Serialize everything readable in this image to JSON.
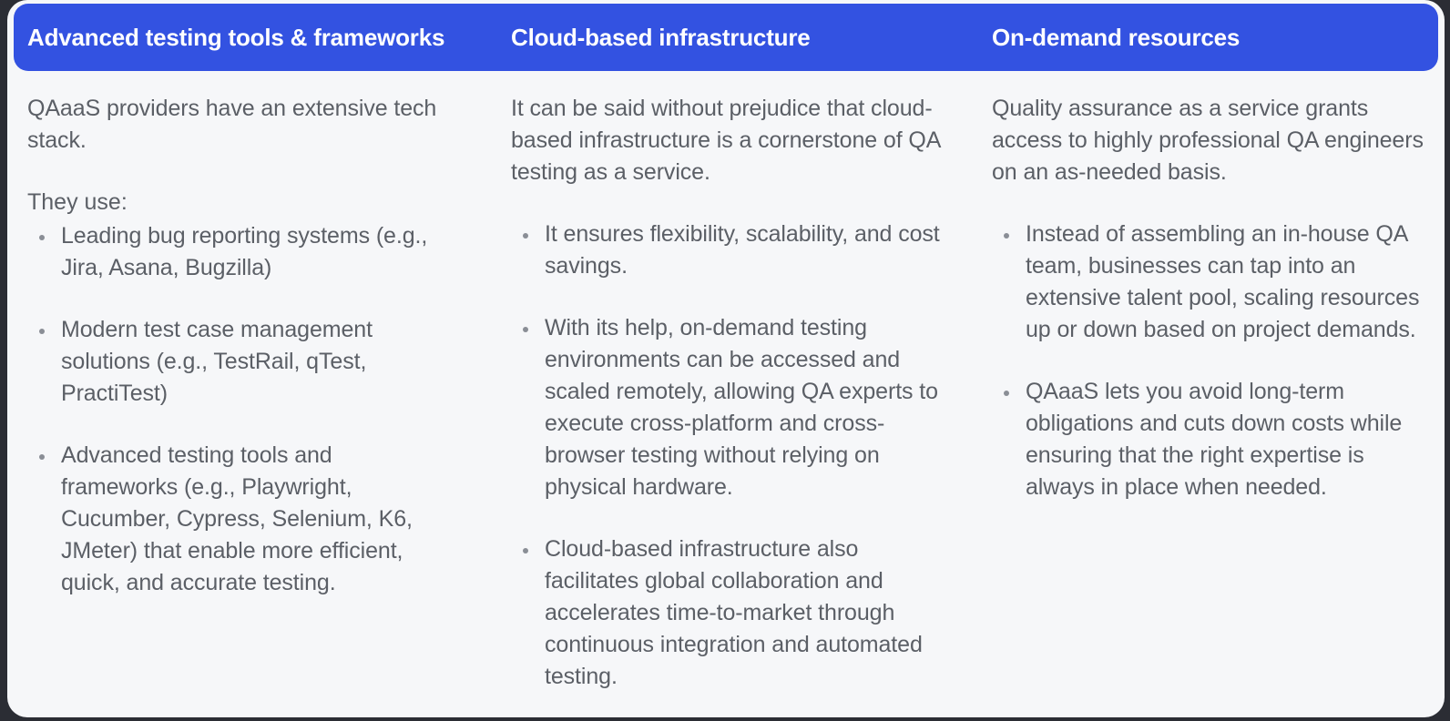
{
  "theme": {
    "header_blue": "#3352e1",
    "header_text": "#ffffff",
    "body_text": "#5b5f66",
    "card_background": "#f6f7f9",
    "page_background": "#2b2d34",
    "bullet_color": "#8a8e96"
  },
  "table": {
    "headers": [
      "Advanced testing tools & frameworks",
      "Cloud-based infrastructure",
      "On-demand resources"
    ],
    "columns": [
      {
        "intro": "QAaaS providers have an extensive tech stack.",
        "lead_in": "They use:",
        "bullets": [
          "Leading bug reporting systems (e.g., Jira, Asana, Bugzilla)",
          "Modern test case management solutions (e.g., TestRail, qTest, PractiTest)",
          "Advanced testing tools and frameworks (e.g., Playwright, Cucumber, Cypress, Selenium, K6, JMeter) that enable more efficient, quick, and accurate testing."
        ]
      },
      {
        "intro": "It can be said without prejudice that cloud-based infrastructure is a cornerstone of QA testing as a service.",
        "lead_in": "",
        "bullets": [
          "It ensures flexibility, scalability, and cost savings.",
          "With its help, on-demand testing environments can be accessed and scaled remotely, allowing QA experts to execute cross-platform and cross-browser testing without relying on physical hardware.",
          "Cloud-based infrastructure also facilitates global collaboration and accelerates time-to-market through continuous integration and automated testing."
        ]
      },
      {
        "intro": "Quality assurance as a service grants access to highly professional QA engineers on an as-needed basis.",
        "lead_in": "",
        "bullets": [
          "Instead of assembling an in-house QA team, businesses can tap into an extensive talent pool, scaling resources up or down based on project demands.",
          "QAaaS lets you avoid long-term obligations and cuts down costs while ensuring that the right expertise is always in place when needed."
        ]
      }
    ]
  }
}
